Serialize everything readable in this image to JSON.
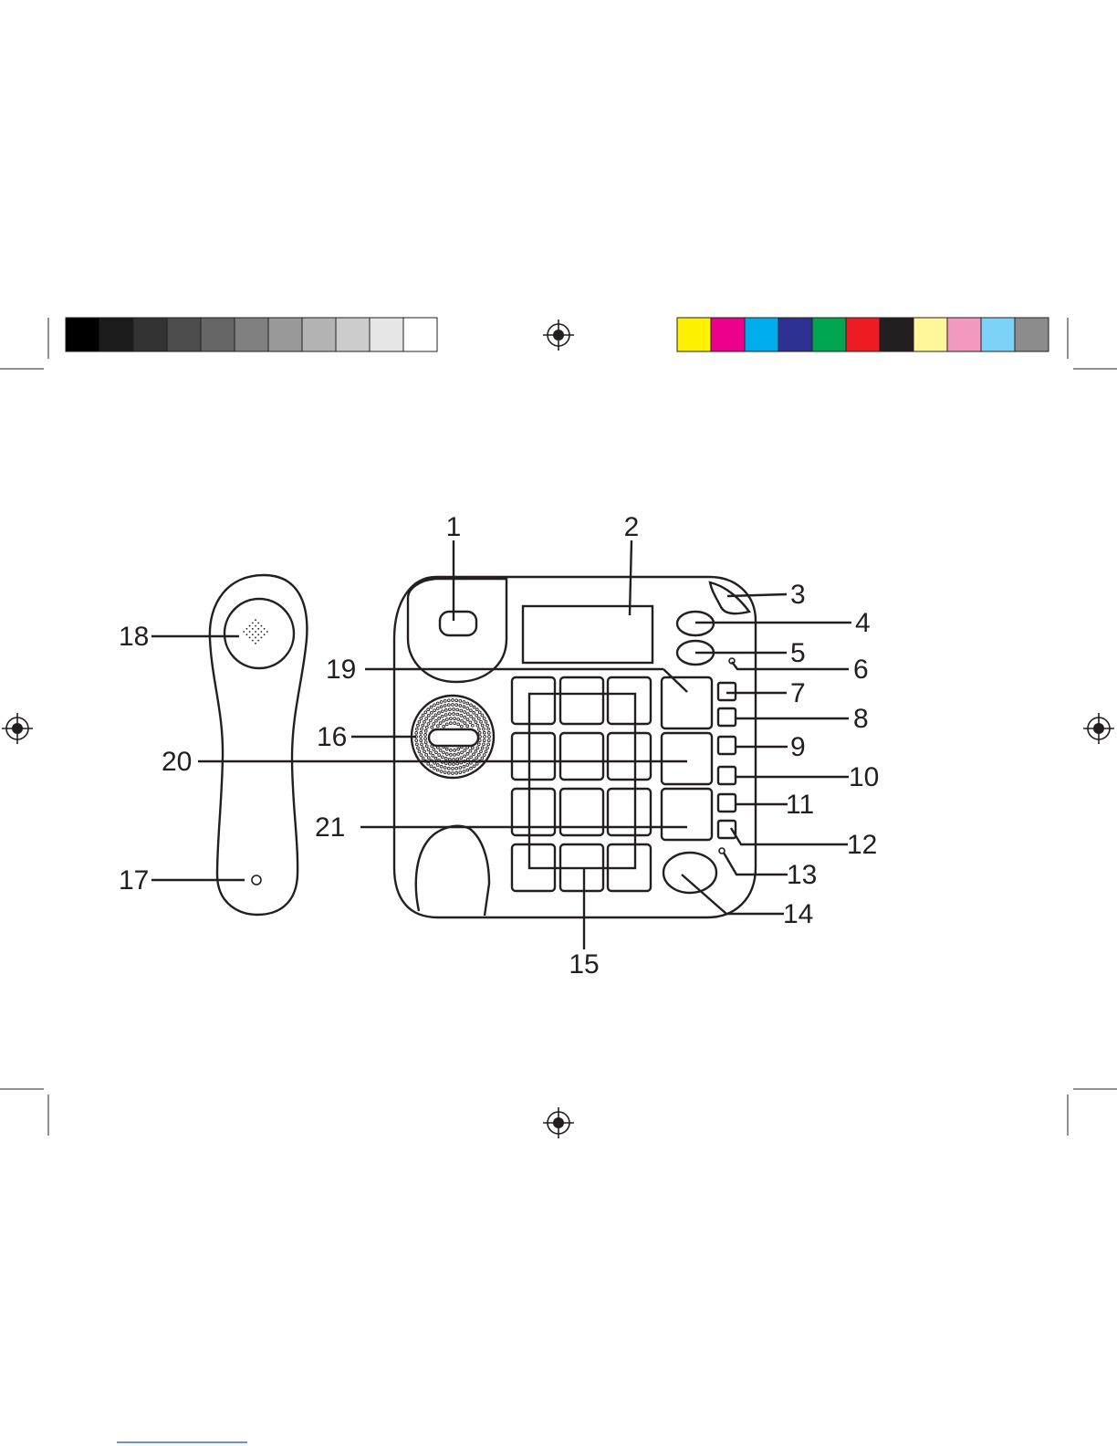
{
  "print_marks": {
    "grayscale_swatches": [
      "#000000",
      "#1b1b1b",
      "#333333",
      "#4d4d4d",
      "#666666",
      "#808080",
      "#999999",
      "#b3b3b3",
      "#cccccc",
      "#e6e6e6",
      "#ffffff"
    ],
    "color_swatches": [
      "#fff200",
      "#ec008c",
      "#00aeef",
      "#2e3192",
      "#00a651",
      "#ed1c24",
      "#231f20",
      "#fff799",
      "#f49ac1",
      "#7dd3f7",
      "#8c8c8c"
    ]
  },
  "diagram": {
    "callouts": [
      "1",
      "2",
      "3",
      "4",
      "5",
      "6",
      "7",
      "8",
      "9",
      "10",
      "11",
      "12",
      "13",
      "14",
      "15",
      "16",
      "17",
      "18",
      "19",
      "20",
      "21"
    ]
  }
}
